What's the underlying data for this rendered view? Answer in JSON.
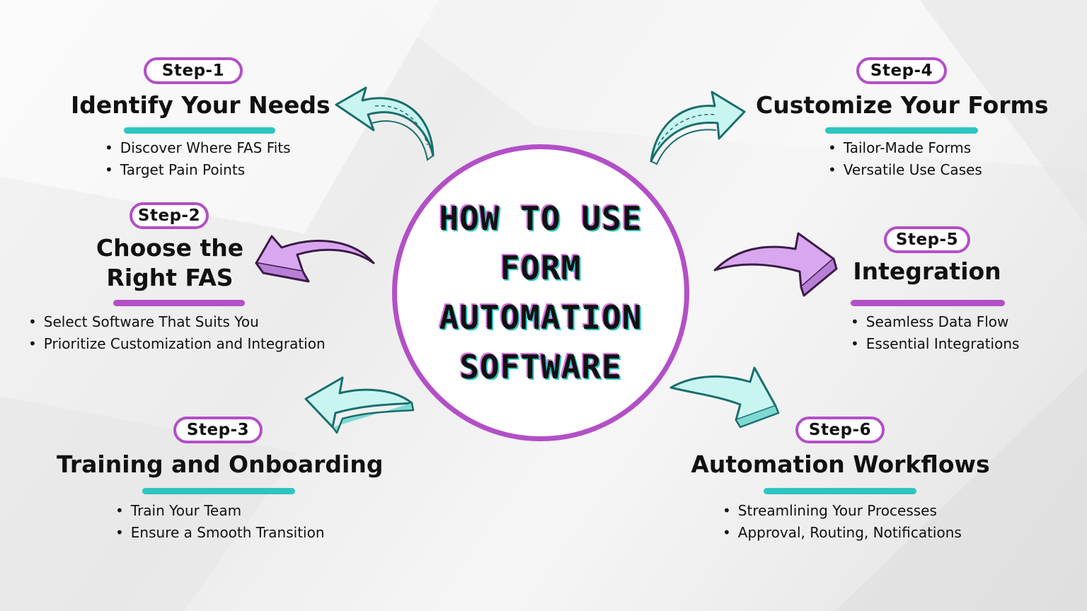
{
  "center": {
    "lines": [
      "HOW TO USE",
      "FORM",
      "AUTOMATION",
      "SOFTWARE"
    ]
  },
  "colors": {
    "accent_purple": "#b34fc7",
    "accent_teal": "#2ec5c0",
    "arrow_teal_fill": "#c9f5f1",
    "arrow_purple_fill": "#d9a6f0"
  },
  "steps": [
    {
      "label": "Step-1",
      "title": "Identify Your Needs",
      "bullets": [
        "Discover Where FAS Fits",
        "Target Pain Points"
      ]
    },
    {
      "label": "Step-2",
      "title_lines": [
        "Choose the",
        "Right FAS"
      ],
      "bullets": [
        "Select Software That Suits You",
        "Prioritize Customization and Integration"
      ]
    },
    {
      "label": "Step-3",
      "title": "Training and Onboarding",
      "bullets": [
        "Train Your Team",
        "Ensure a Smooth Transition"
      ]
    },
    {
      "label": "Step-4",
      "title": "Customize Your Forms",
      "bullets": [
        "Tailor-Made Forms",
        "Versatile Use Cases"
      ]
    },
    {
      "label": "Step-5",
      "title": "Integration",
      "bullets": [
        "Seamless Data Flow",
        "Essential Integrations"
      ]
    },
    {
      "label": "Step-6",
      "title": "Automation Workflows",
      "bullets": [
        "Streamlining Your Processes",
        "Approval, Routing, Notifications"
      ]
    }
  ]
}
